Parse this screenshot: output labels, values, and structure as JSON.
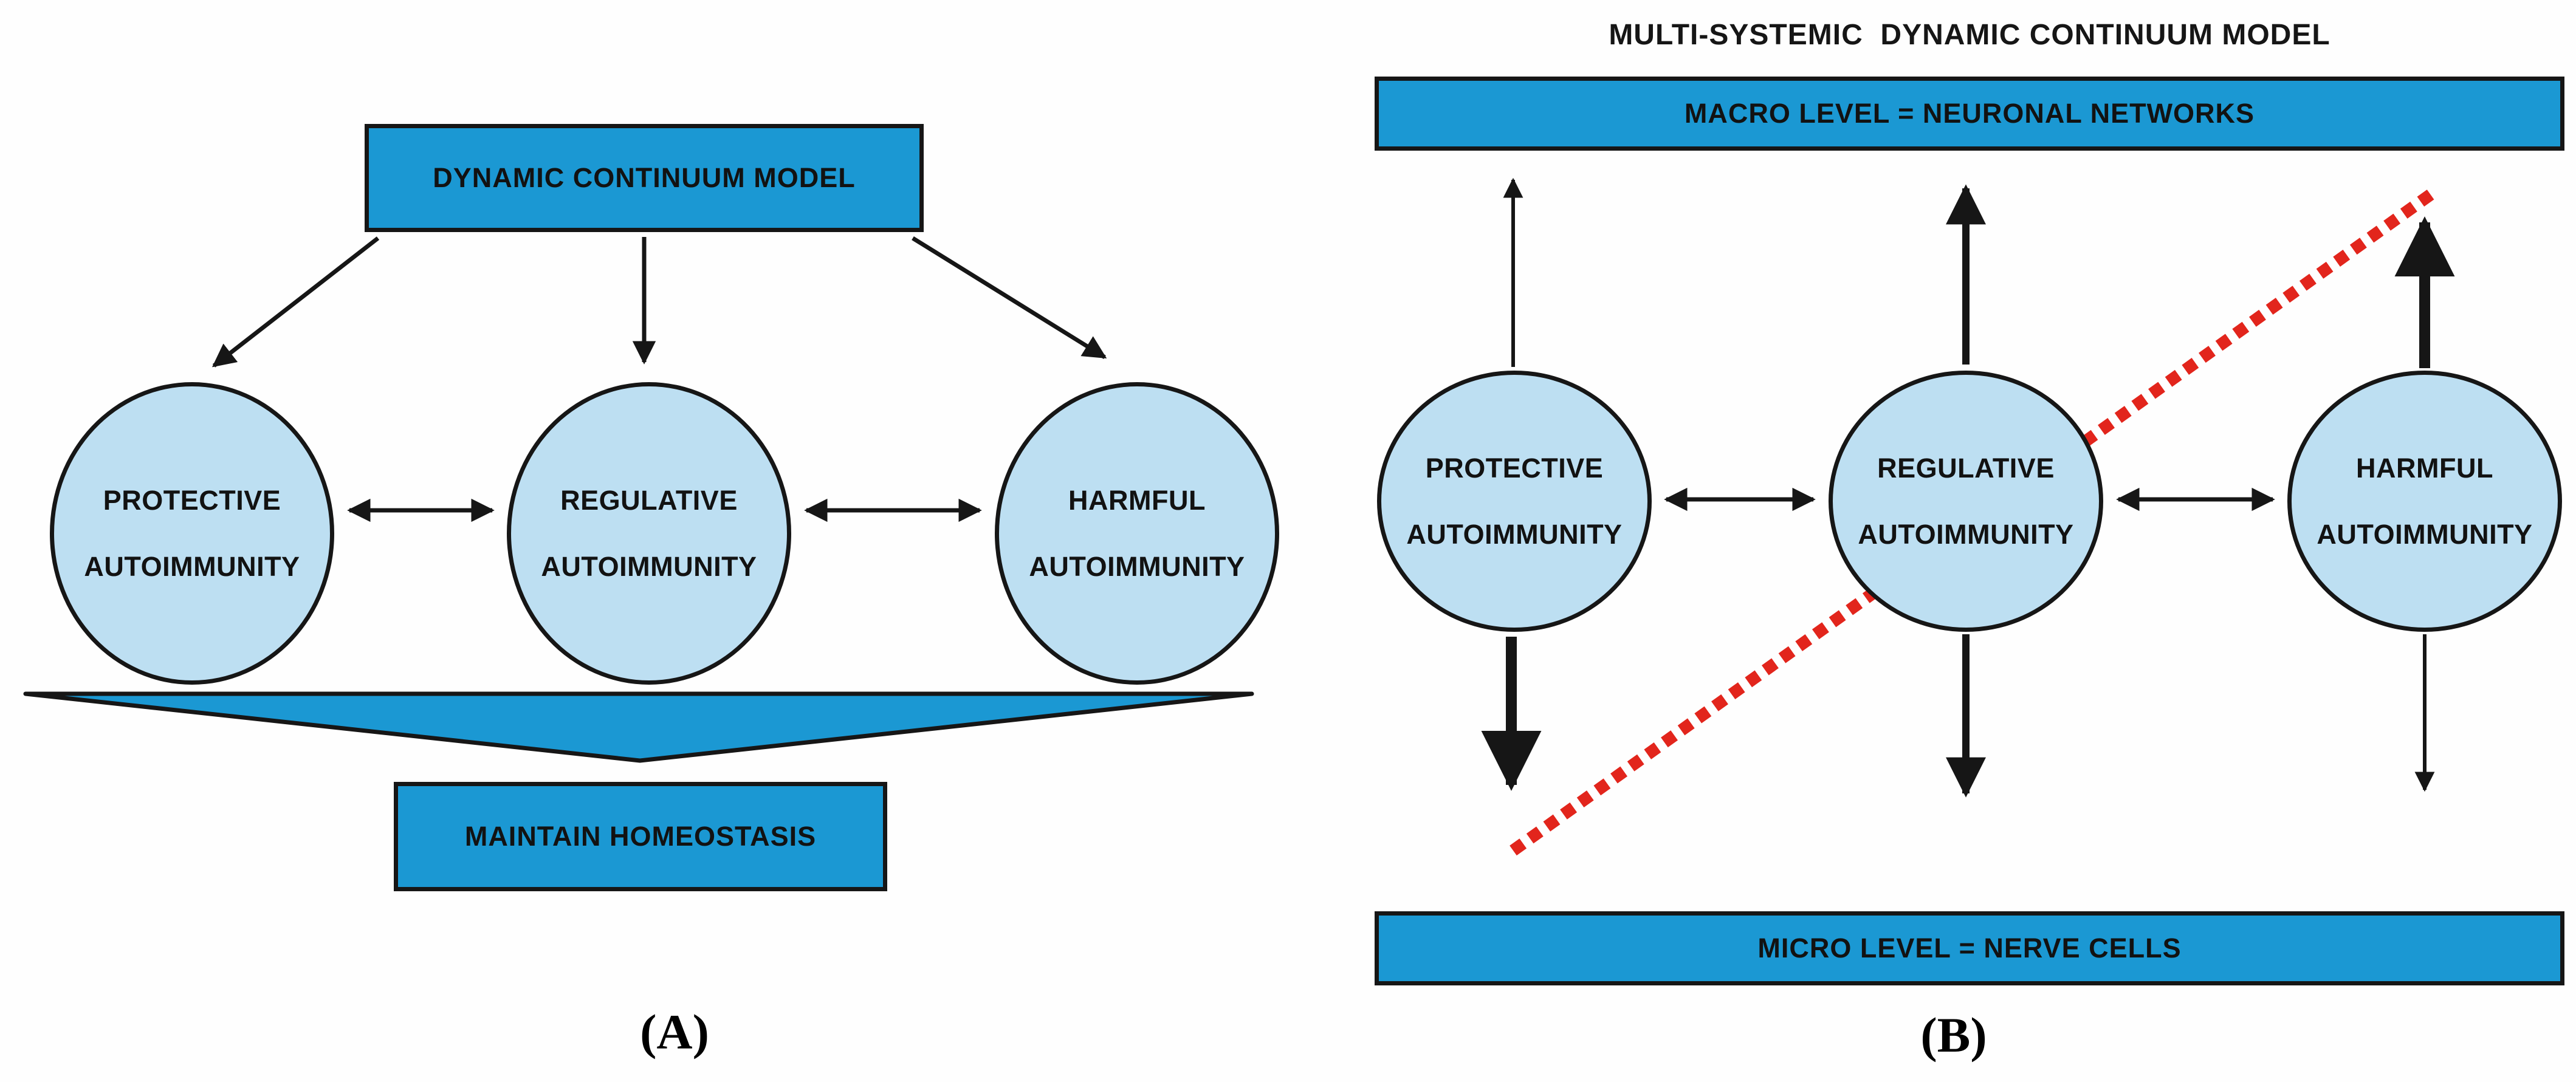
{
  "figure": {
    "panel_a": {
      "top_box_label": "DYNAMIC CONTINUUM MODEL",
      "bottom_box_label": "MAINTAIN HOMEOSTASIS",
      "caption": "(A)",
      "circles": [
        {
          "line1": "PROTECTIVE",
          "line2": "AUTOIMMUNITY"
        },
        {
          "line1": "REGULATIVE",
          "line2": "AUTOIMMUNITY"
        },
        {
          "line1": "HARMFUL",
          "line2": "AUTOIMMUNITY"
        }
      ]
    },
    "panel_b": {
      "title": "MULTI-SYSTEMIC  DYNAMIC CONTINUUM MODEL",
      "macro_bar_label": "MACRO LEVEL = NEURONAL NETWORKS",
      "micro_bar_label": "MICRO LEVEL = NERVE CELLS",
      "caption": "(B)",
      "circles": [
        {
          "line1": "PROTECTIVE",
          "line2": "AUTOIMMUNITY"
        },
        {
          "line1": "REGULATIVE",
          "line2": "AUTOIMMUNITY"
        },
        {
          "line1": "HARMFUL",
          "line2": "AUTOIMMUNITY"
        }
      ]
    },
    "colors": {
      "box_fill": "#1b98d3",
      "circle_fill": "#bddff2",
      "outline": "#161616",
      "dotted_line": "#e2251c"
    }
  }
}
